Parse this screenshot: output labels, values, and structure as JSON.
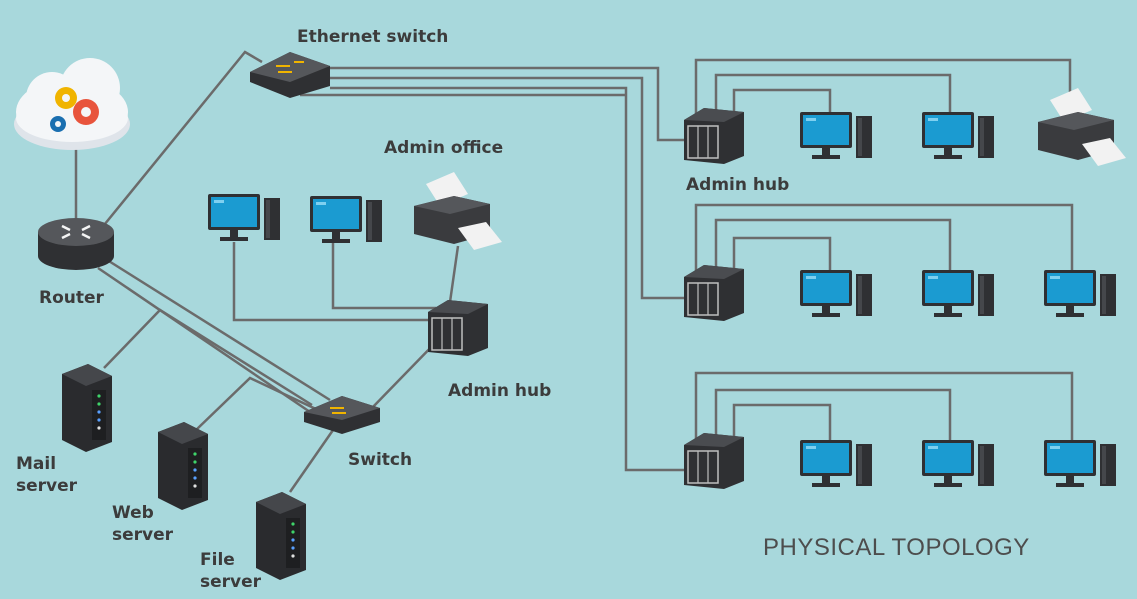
{
  "labels": {
    "ethernet_switch": "Ethernet switch",
    "admin_office": "Admin office",
    "router": "Router",
    "admin_hub_center": "Admin hub",
    "admin_hub_right": "Admin hub",
    "switch": "Switch",
    "mail_server": "Mail\nserver",
    "web_server": "Web\nserver",
    "file_server": "File\nserver"
  },
  "title": "PHYSICAL TOPOLOGY",
  "colors": {
    "background": "#a8d8dc",
    "cable": "#6b6b6b",
    "device_dark": "#2f3033",
    "screen": "#1b9bd1"
  },
  "icons": {
    "cloud": "cloud-gears-icon",
    "router": "router-icon",
    "switch": "switch-icon",
    "hub": "hub-icon",
    "computer": "desktop-computer-icon",
    "printer": "printer-icon",
    "server": "server-rack-icon"
  }
}
